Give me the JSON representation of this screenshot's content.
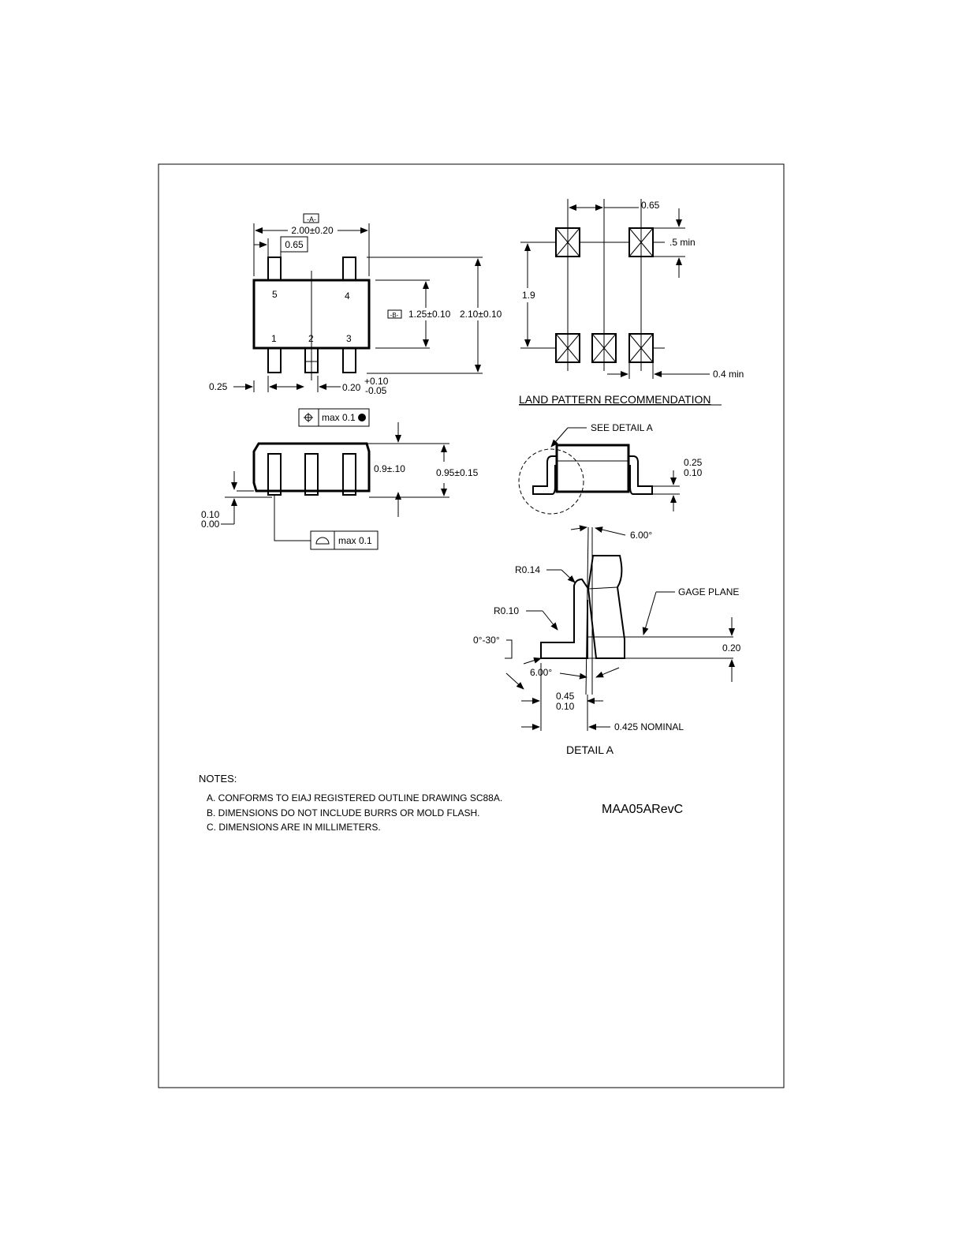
{
  "top_view": {
    "datum_a": "-A-",
    "width_dim": "2.00±0.20",
    "pitch_dim": "0.65",
    "pin_5": "5",
    "pin_4": "4",
    "pin_1": "1",
    "pin_2": "2",
    "pin_3": "3",
    "datum_b": "-B-",
    "body_width_dim": "1.25±0.10",
    "overall_dim": "2.10±0.10",
    "lead_offset_dim": "0.25",
    "lead_width_dim": "0.20",
    "lead_width_tol_plus": "+0.10",
    "lead_width_tol_minus": "-0.05",
    "position_tol": "max 0.1"
  },
  "side_view": {
    "body_height_dim": "0.9±.10",
    "overall_height_dim": "0.95±0.15",
    "standoff_max": "0.10",
    "standoff_min": "0.00",
    "coplanarity_tol": "max 0.1"
  },
  "land_pattern": {
    "pitch_dim": "0.65",
    "pad_height_dim": ".5 min",
    "row_spacing_dim": "1.9",
    "pad_width_dim": "0.4 min",
    "title": "LAND PATTERN RECOMMENDATION"
  },
  "end_view": {
    "callout": "SEE DETAIL A",
    "lead_thickness_max": "0.25",
    "lead_thickness_min": "0.10"
  },
  "detail_a": {
    "angle_top": "6.00°",
    "radius_outer": "R0.14",
    "radius_inner": "R0.10",
    "gage_plane": "GAGE PLANE",
    "foot_angle": "0°-30°",
    "gage_height": "0.20",
    "angle_bottom": "6.00°",
    "foot_length_max": "0.45",
    "foot_length_min": "0.10",
    "nominal": "0.425 NOMINAL",
    "title": "DETAIL A"
  },
  "notes": {
    "heading": "NOTES:",
    "items": [
      "A. CONFORMS TO EIAJ REGISTERED OUTLINE DRAWING SC88A.",
      "B. DIMENSIONS DO NOT INCLUDE BURRS OR MOLD FLASH.",
      "C. DIMENSIONS ARE IN MILLIMETERS."
    ]
  },
  "drawing_number": "MAA05ARevC"
}
